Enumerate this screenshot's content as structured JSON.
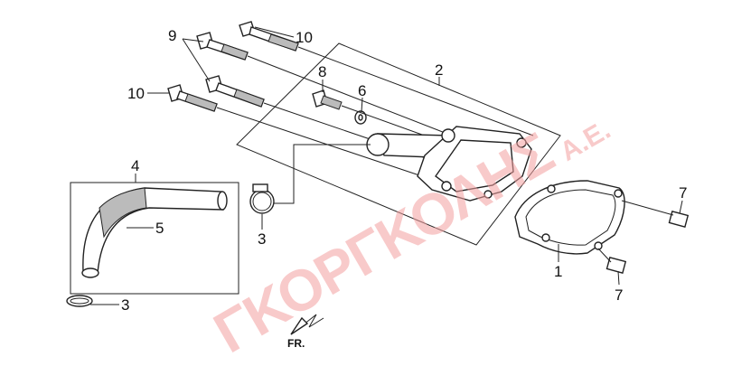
{
  "diagram": {
    "labels": {
      "p9": "9",
      "p10a": "10",
      "p10b": "10",
      "p8": "8",
      "p6": "6",
      "p2": "2",
      "p4": "4",
      "p5": "5",
      "p3a": "3",
      "p3b": "3",
      "p7a": "7",
      "p7b": "7",
      "p1": "1"
    },
    "direction": "FR.",
    "watermark": {
      "name": "ΓΚΟΡΓΚΟΛΗΣ",
      "suffix": "Α.Ε."
    }
  }
}
